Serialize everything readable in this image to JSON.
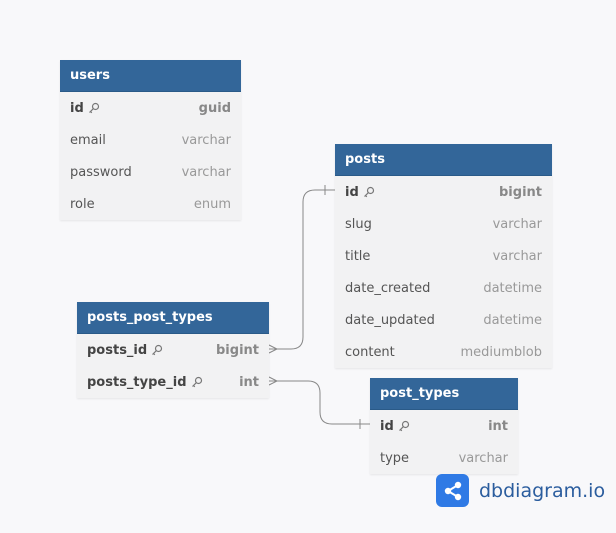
{
  "tables": {
    "users": {
      "name": "users",
      "fields": [
        {
          "name": "id",
          "type": "guid"
        },
        {
          "name": "email",
          "type": "varchar"
        },
        {
          "name": "password",
          "type": "varchar"
        },
        {
          "name": "role",
          "type": "enum"
        }
      ]
    },
    "posts": {
      "name": "posts",
      "fields": [
        {
          "name": "id",
          "type": "bigint"
        },
        {
          "name": "slug",
          "type": "varchar"
        },
        {
          "name": "title",
          "type": "varchar"
        },
        {
          "name": "date_created",
          "type": "datetime"
        },
        {
          "name": "date_updated",
          "type": "datetime"
        },
        {
          "name": "content",
          "type": "mediumblob"
        }
      ]
    },
    "posts_post_types": {
      "name": "posts_post_types",
      "fields": [
        {
          "name": "posts_id",
          "type": "bigint"
        },
        {
          "name": "posts_type_id",
          "type": "int"
        }
      ]
    },
    "post_types": {
      "name": "post_types",
      "fields": [
        {
          "name": "id",
          "type": "int"
        },
        {
          "name": "type",
          "type": "varchar"
        }
      ]
    }
  },
  "logo": {
    "text": "dbdiagram.io"
  },
  "colors": {
    "header": "#336699",
    "edge": "#888888",
    "logo": "#2f7ae5"
  }
}
